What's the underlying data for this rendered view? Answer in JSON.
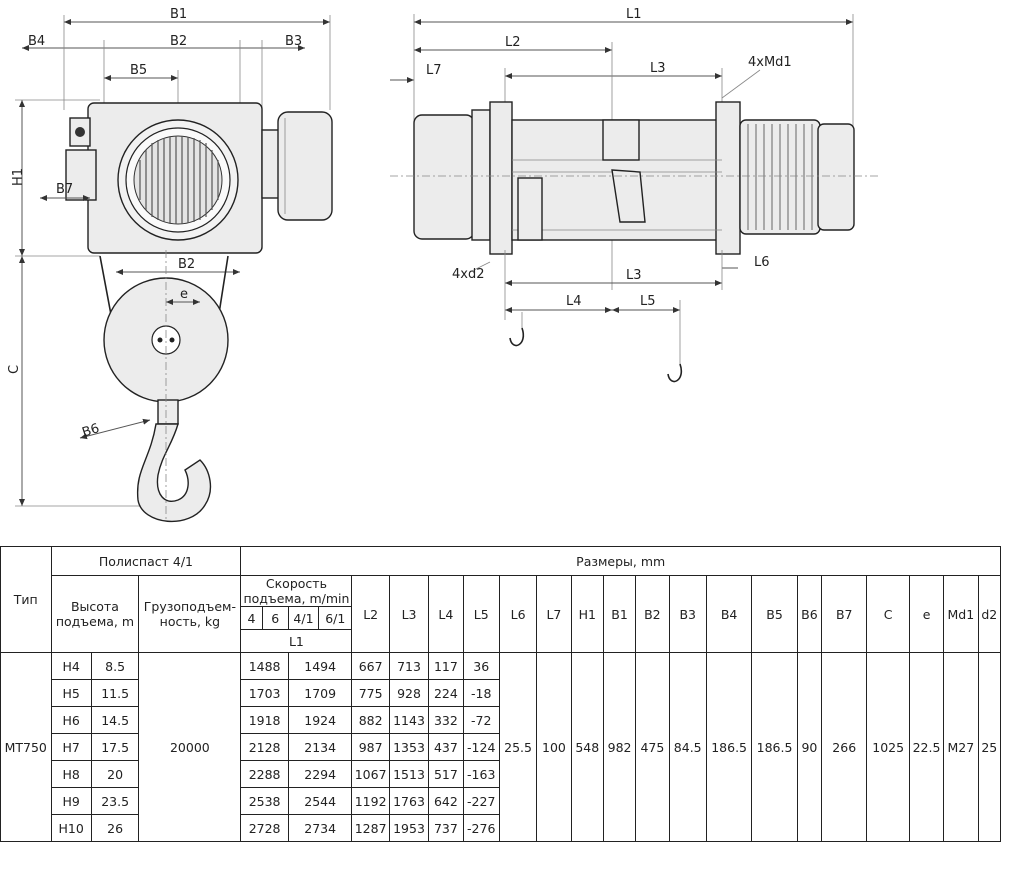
{
  "drawing": {
    "front_labels": {
      "B1": "B1",
      "B2": "B2",
      "B3": "B3",
      "B4": "B4",
      "B5": "B5",
      "B6": "B6",
      "B7": "B7",
      "B2_lower": "B2",
      "H1": "H1",
      "C": "C",
      "e": "e"
    },
    "side_labels": {
      "L1": "L1",
      "L2": "L2",
      "L3": "L3",
      "L3_lower": "L3",
      "L4": "L4",
      "L5": "L5",
      "L6": "L6",
      "L7": "L7",
      "Md1": "4xMd1",
      "d2": "4xd2"
    }
  },
  "table": {
    "col_type": "Тип",
    "group_pulley": "Полиспаст 4/1",
    "group_dims": "Размеры, mm",
    "col_lift_height": "Высота подъема, m",
    "col_capacity": "Грузоподъем-ность, kg",
    "col_speed": "Скорость подъема, m/min",
    "speed_sub": [
      "4",
      "6",
      "4/1",
      "6/1"
    ],
    "L1_label": "L1",
    "dim_headers": [
      "L2",
      "L3",
      "L4",
      "L5",
      "L6",
      "L7",
      "H1",
      "B1",
      "B2",
      "B3",
      "B4",
      "B5",
      "B6",
      "B7",
      "C",
      "e",
      "Md1",
      "d2"
    ],
    "type_value": "MT750",
    "capacity_value": "20000",
    "rows": [
      {
        "code": "H4",
        "height": "8.5",
        "L1a": "1488",
        "L1b": "1494",
        "L2": "667",
        "L3": "713",
        "L4": "117",
        "L5": "36"
      },
      {
        "code": "H5",
        "height": "11.5",
        "L1a": "1703",
        "L1b": "1709",
        "L2": "775",
        "L3": "928",
        "L4": "224",
        "L5": "-18"
      },
      {
        "code": "H6",
        "height": "14.5",
        "L1a": "1918",
        "L1b": "1924",
        "L2": "882",
        "L3": "1143",
        "L4": "332",
        "L5": "-72"
      },
      {
        "code": "H7",
        "height": "17.5",
        "L1a": "2128",
        "L1b": "2134",
        "L2": "987",
        "L3": "1353",
        "L4": "437",
        "L5": "-124"
      },
      {
        "code": "H8",
        "height": "20",
        "L1a": "2288",
        "L1b": "2294",
        "L2": "1067",
        "L3": "1513",
        "L4": "517",
        "L5": "-163"
      },
      {
        "code": "H9",
        "height": "23.5",
        "L1a": "2538",
        "L1b": "2544",
        "L2": "1192",
        "L3": "1763",
        "L4": "642",
        "L5": "-227"
      },
      {
        "code": "H10",
        "height": "26",
        "L1a": "2728",
        "L1b": "2734",
        "L2": "1287",
        "L3": "1953",
        "L4": "737",
        "L5": "-276"
      }
    ],
    "shared": {
      "L6": "25.5",
      "L7": "100",
      "H1": "548",
      "B1": "982",
      "B2": "475",
      "B3": "84.5",
      "B4": "186.5",
      "B5": "186.5",
      "B6": "90",
      "B7": "266",
      "C": "1025",
      "e": "22.5",
      "Md1": "M27",
      "d2": "25"
    }
  }
}
